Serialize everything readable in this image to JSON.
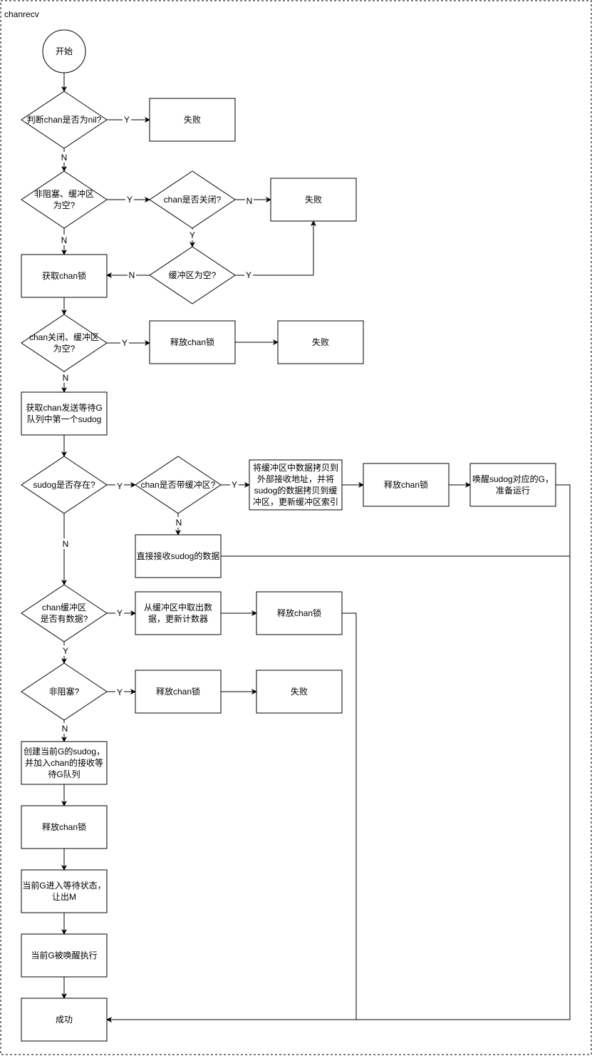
{
  "frame": {
    "title": "chanrecv"
  },
  "nodes": {
    "start": "开始",
    "d_nil": "判断chan是否为nil?",
    "fail_1": "失败",
    "d_nonblock_empty": [
      "非阻塞、缓冲区",
      "为空?"
    ],
    "d_closed": "chan是否关闭?",
    "fail_2": "失败",
    "d_buf_empty": "缓冲区为空?",
    "lock": "获取chan锁",
    "d_closed_empty": [
      "chan关闭、缓冲区",
      "为空?"
    ],
    "unlock_1": "释放chan锁",
    "fail_3": "失败",
    "get_sudog": [
      "获取chan发送等待G",
      "队列中第一个sudog"
    ],
    "d_sudog_exists": "sudog是否存在?",
    "d_has_buffer": "chan是否带缓冲区?",
    "copy_buf": [
      "将缓冲区中数据拷贝到",
      "外部接收地址，并将",
      "sudog的数据拷贝到缓",
      "冲区，更新缓冲区索引"
    ],
    "unlock_2": "释放chan锁",
    "wake_sudog": [
      "唤醒sudog对应的G，",
      "准备运行"
    ],
    "recv_direct": "直接接收sudog的数据",
    "d_buf_has_data": [
      "chan缓冲区",
      "是否有数据?"
    ],
    "take_buf": [
      "从缓冲区中取出数",
      "据，更新计数器"
    ],
    "unlock_3": "释放chan锁",
    "d_nonblock": "非阻塞?",
    "unlock_4": "释放chan锁",
    "fail_4": "失败",
    "create_sudog": [
      "创建当前G的sudog，",
      "并加入chan的接收等",
      "待G队列"
    ],
    "unlock_5": "释放chan锁",
    "wait": [
      "当前G进入等待状态，",
      "让出M"
    ],
    "woken": "当前G被唤醒执行",
    "success": "成功"
  },
  "edge_labels": {
    "yes": "Y",
    "no": "N"
  }
}
